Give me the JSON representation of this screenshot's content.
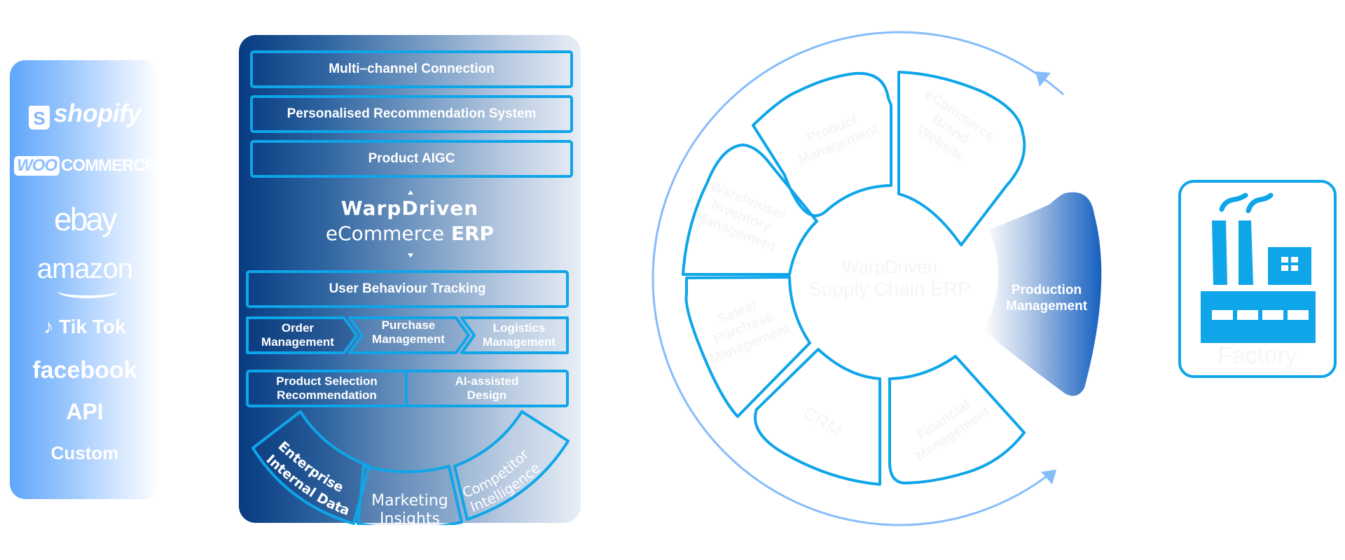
{
  "channels": {
    "title": "Sales Channels",
    "items": [
      {
        "name": "shopify",
        "label": "shopify",
        "icon_glyph": "S"
      },
      {
        "name": "woocommerce",
        "label_badge": "WOO",
        "label": "COMMERCE"
      },
      {
        "name": "ebay",
        "label": "ebay"
      },
      {
        "name": "amazon",
        "label": "amazon"
      },
      {
        "name": "tiktok",
        "label": "Tik Tok",
        "icon_glyph": "♪"
      },
      {
        "name": "facebook",
        "label": "facebook"
      },
      {
        "name": "api",
        "label": "API"
      },
      {
        "name": "custom",
        "label": "Custom"
      }
    ]
  },
  "erp": {
    "top_modules": [
      "Multi–channel Connection",
      "Personalised Recommendation System",
      "Product AIGC"
    ],
    "title_line1": "WarpDriven",
    "title_line2_light": "eCommerce",
    "title_line2_bold": "ERP",
    "tracking": "User Behaviour Tracking",
    "flow": [
      {
        "line1": "Order",
        "line2": "Management"
      },
      {
        "line1": "Purchase",
        "line2": "Management"
      },
      {
        "line1": "Logistics",
        "line2": "Management"
      }
    ],
    "split": [
      {
        "line1": "Product Selection",
        "line2": "Recommendation"
      },
      {
        "line1": "AI-assisted",
        "line2": "Design"
      }
    ],
    "data_sources": [
      {
        "line1": "Enterprise",
        "line2": "Internal Data"
      },
      {
        "line1": "Marketing",
        "line2": "Insights"
      },
      {
        "line1": "Competitor",
        "line2": "Intelligence"
      }
    ]
  },
  "ring": {
    "center_title_line1": "WarpDriven",
    "center_title_line2": "Supply Chain ERP",
    "segments": [
      {
        "line1": "Product",
        "line2": "Management",
        "line3": ""
      },
      {
        "line1": "eCommerce",
        "line2": "Brand",
        "line3": "Website"
      },
      {
        "line1": "Warehouse/",
        "line2": "Inventory",
        "line3": "Management"
      },
      {
        "line1": "Sales/",
        "line2": "Purchase",
        "line3": "Management"
      },
      {
        "line1": "CRM",
        "line2": "",
        "line3": ""
      },
      {
        "line1": "Financial",
        "line2": "Management",
        "line3": ""
      }
    ],
    "highlight": {
      "line1": "Production",
      "line2": "Management"
    }
  },
  "factory": {
    "label": "Factory"
  },
  "colors": {
    "accent": "#0ea5e9",
    "arrow": "#86bcfb",
    "erp_dark": "#073a80",
    "highlight": "#1560c0"
  }
}
